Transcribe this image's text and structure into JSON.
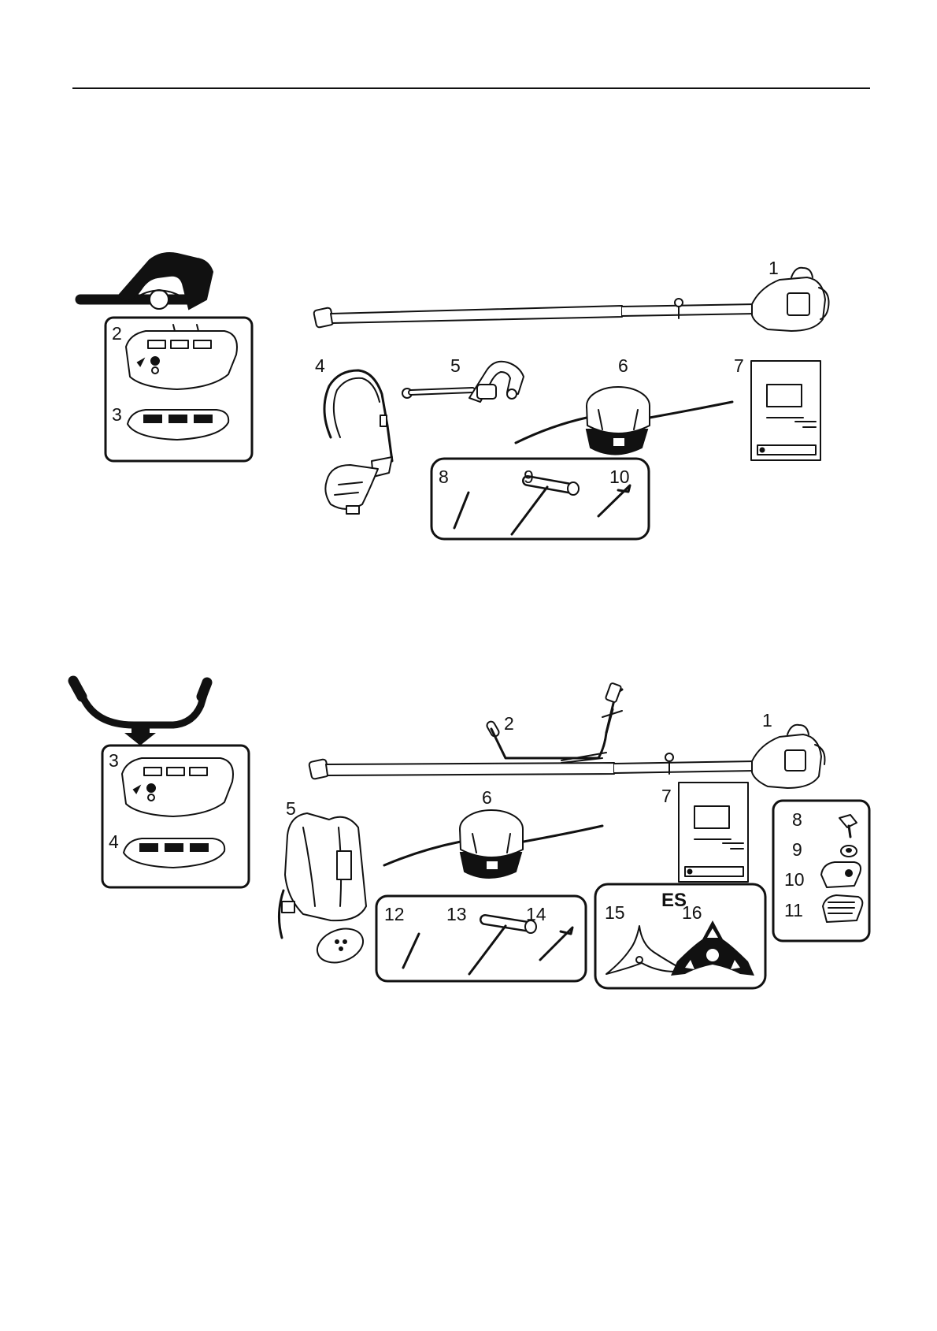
{
  "figure_a": {
    "callouts": [
      "1",
      "2",
      "3",
      "4",
      "5",
      "6",
      "7",
      "8",
      "9",
      "10"
    ]
  },
  "figure_b": {
    "callouts": [
      "1",
      "2",
      "3",
      "4",
      "5",
      "6",
      "7",
      "8",
      "9",
      "10",
      "11",
      "12",
      "13",
      "14",
      "15",
      "16"
    ],
    "region_label": "ES"
  }
}
